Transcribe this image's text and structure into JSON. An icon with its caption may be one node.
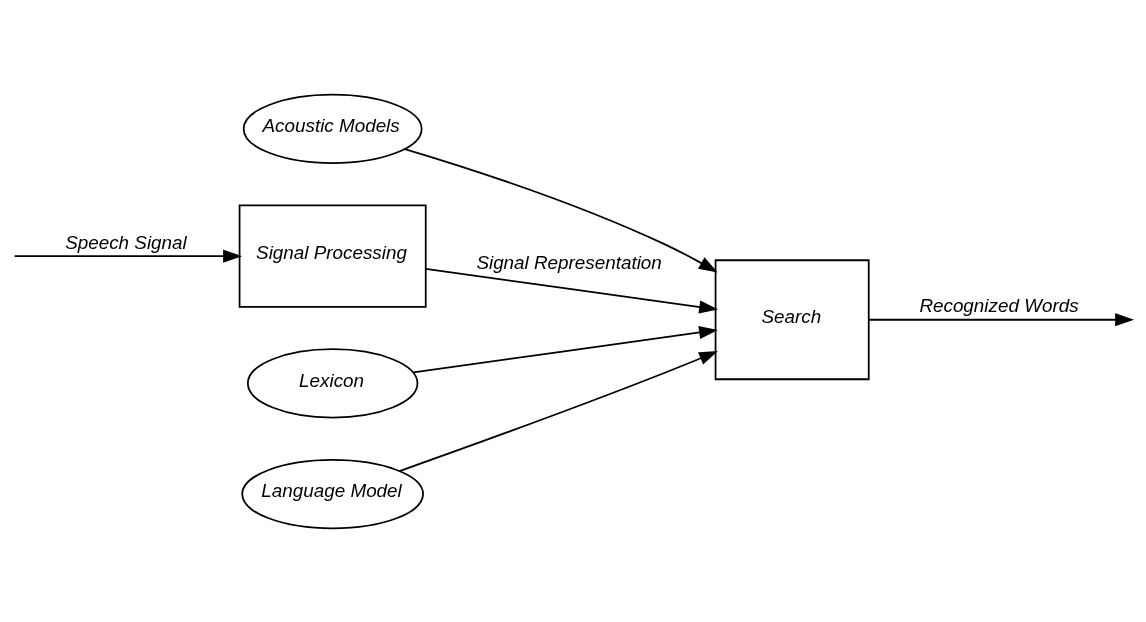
{
  "diagram": {
    "nodes": [
      {
        "text": [
          "Signal Processing"
        ]
      },
      {
        "text": [
          "Search"
        ]
      },
      {
        "text": [
          "Acoustic Models"
        ]
      },
      {
        "text": [
          "Lexicon"
        ]
      },
      {
        "text": [
          "Language Model"
        ]
      }
    ],
    "edges": [
      {
        "from": null,
        "to": 0,
        "arrow": "to",
        "label": "Speech Signal"
      },
      {
        "from": 0,
        "to": 1,
        "arrow": "to",
        "label": "Signal Representation"
      },
      {
        "from": 2,
        "to": 1,
        "arrow": "to"
      },
      {
        "from": 3,
        "to": 1,
        "arrow": "to"
      },
      {
        "from": 4,
        "to": 1,
        "arrow": "to"
      },
      {
        "from": 1,
        "to": null,
        "arrow": "to",
        "label": "Recognized Words"
      }
    ]
  }
}
